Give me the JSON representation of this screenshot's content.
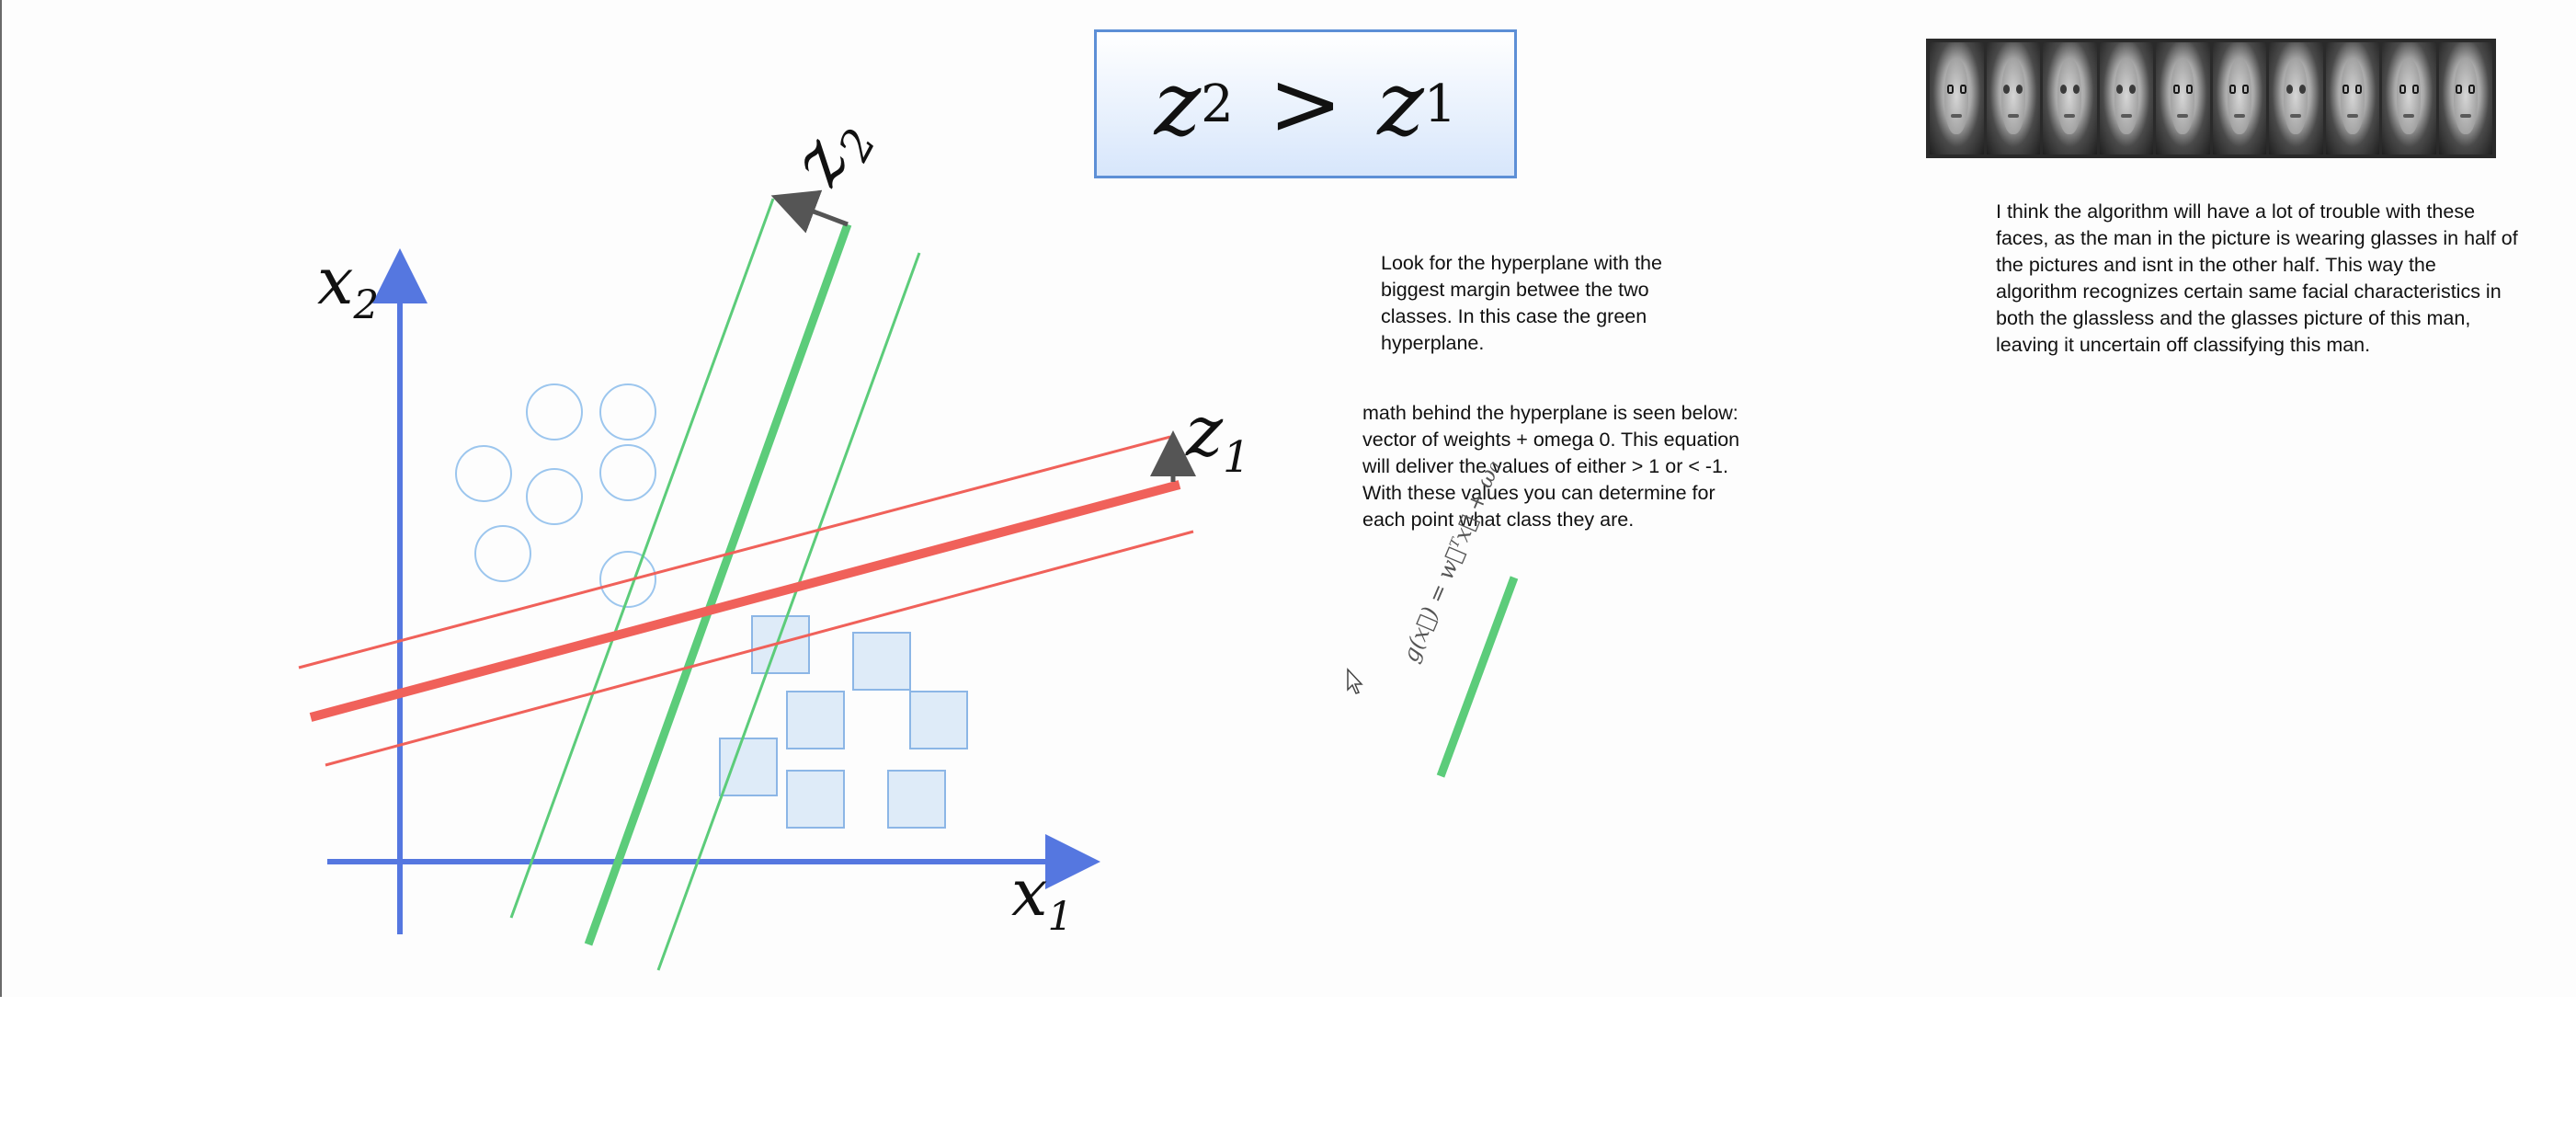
{
  "diagram": {
    "x1_label": "x",
    "x1_sub": "1",
    "x2_label": "x",
    "x2_sub": "2",
    "z1_label": "z",
    "z1_sub": "1",
    "z2_label": "z",
    "z2_sub": "2",
    "colors": {
      "axis": "#5577e0",
      "green_hyperplane": "#5ccc7a",
      "red_hyperplane": "#f0615a",
      "class_points": "#9cc6ee"
    }
  },
  "formula_box": {
    "lhs_var": "z",
    "lhs_sub": "2",
    "op": ">",
    "rhs_var": "z",
    "rhs_sub": "1"
  },
  "notes": {
    "hyperplane": [
      "Look for the hyperplane with the",
      "biggest margin betwee the two",
      "classes. In this case the green",
      "hyperplane."
    ],
    "math": [
      "math behind the hyperplane is seen below:",
      "vector of weights + omega 0. This equation",
      "will deliver the values of either > 1 or < -1.",
      "With these values you can determine for",
      "each point what class they are."
    ],
    "faces": [
      "I think the algorithm will have a lot of trouble with these",
      "faces, as the man in the picture is wearing glasses in half of",
      "the pictures and isnt in the other half. This way the",
      "algorithm recognizes certain same facial characteristics in",
      "both the glassless and the glasses picture of this man,",
      "leaving it uncertain off classifying this man."
    ]
  },
  "equation": "g(x⃗) = w⃗ᵀx⃗ + ω₀",
  "faces_strip": {
    "count": 10,
    "glasses": [
      true,
      false,
      false,
      false,
      true,
      true,
      false,
      true,
      true,
      true
    ]
  },
  "cursor": "mouse-pointer-icon"
}
